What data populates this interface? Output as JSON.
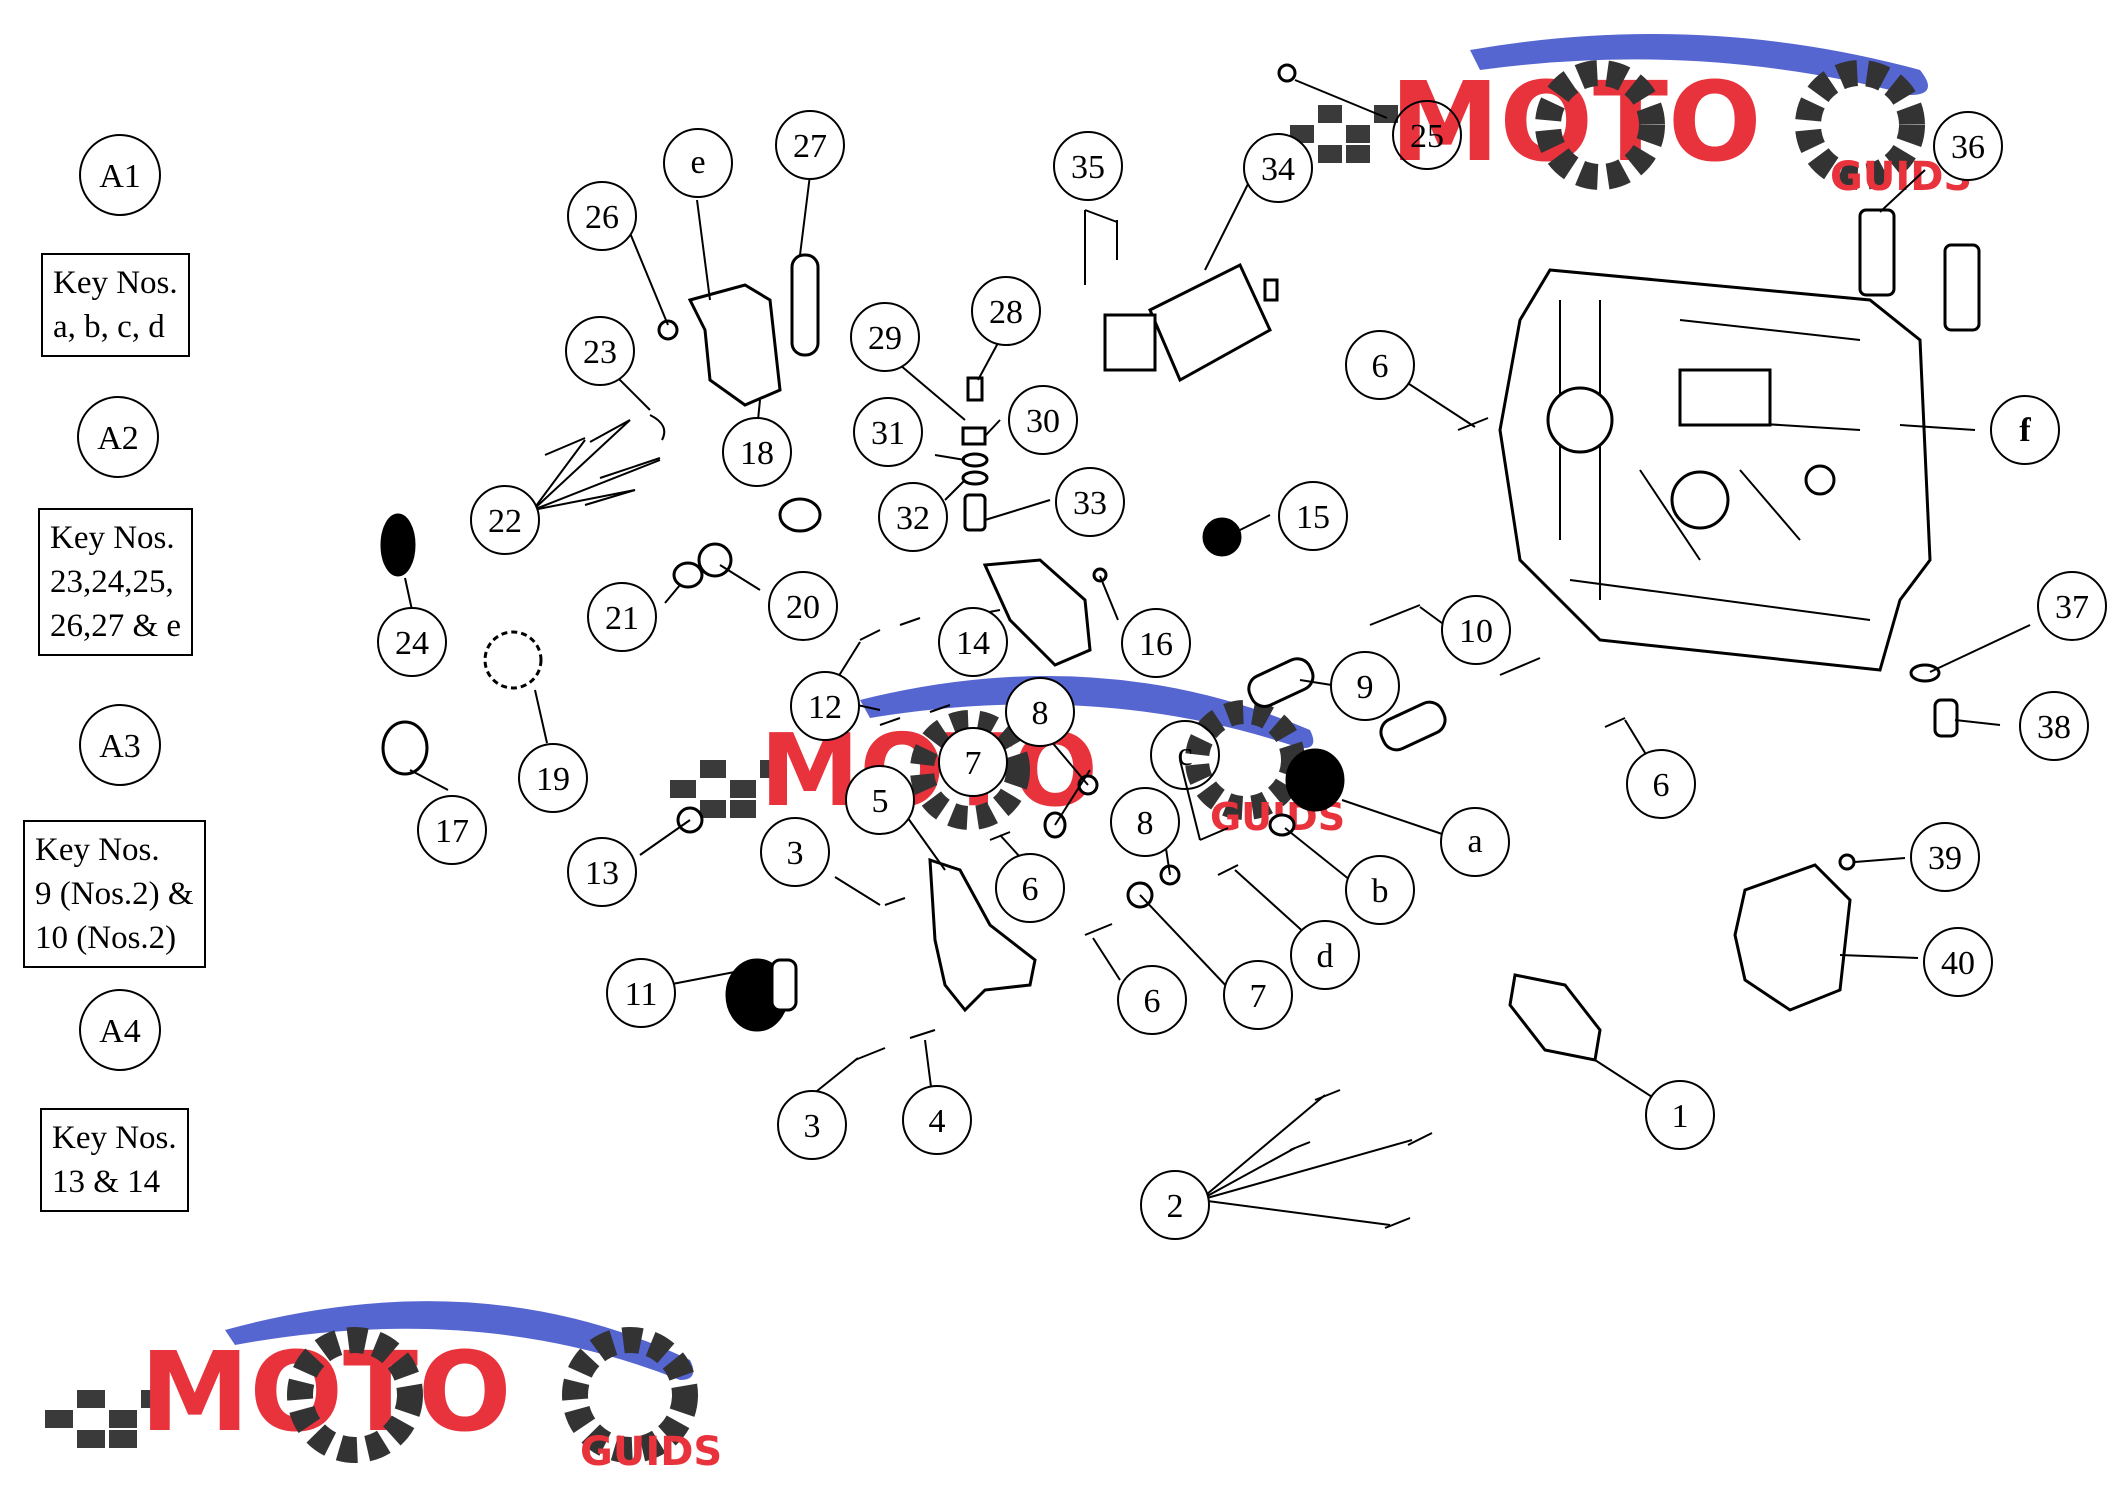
{
  "key_groups": [
    {
      "id": "A1",
      "lines": [
        "Key Nos.",
        "a, b, c, d"
      ]
    },
    {
      "id": "A2",
      "lines": [
        "Key Nos.",
        "23,24,25,",
        "26,27 & e"
      ]
    },
    {
      "id": "A3",
      "lines": [
        "Key Nos.",
        "9 (Nos.2) &",
        "10 (Nos.2)"
      ]
    },
    {
      "id": "A4",
      "lines": [
        "Key Nos.",
        "13 & 14"
      ]
    }
  ],
  "callout_labels": [
    "1",
    "2",
    "3",
    "3",
    "4",
    "5",
    "6",
    "6",
    "6",
    "6",
    "6",
    "7",
    "7",
    "8",
    "8",
    "9",
    "10",
    "11",
    "12",
    "13",
    "14",
    "15",
    "16",
    "17",
    "18",
    "19",
    "20",
    "21",
    "22",
    "23",
    "24",
    "25",
    "26",
    "27",
    "28",
    "29",
    "30",
    "31",
    "32",
    "33",
    "34",
    "35",
    "36",
    "37",
    "38",
    "39",
    "40",
    "a",
    "b",
    "c",
    "d",
    "e",
    "f"
  ],
  "watermark": {
    "brand": "MOTO",
    "sub": "GUIDS",
    "colors": {
      "red": "#e8333c",
      "gray": "#4a4a4a",
      "blue": "#4455cc"
    }
  }
}
